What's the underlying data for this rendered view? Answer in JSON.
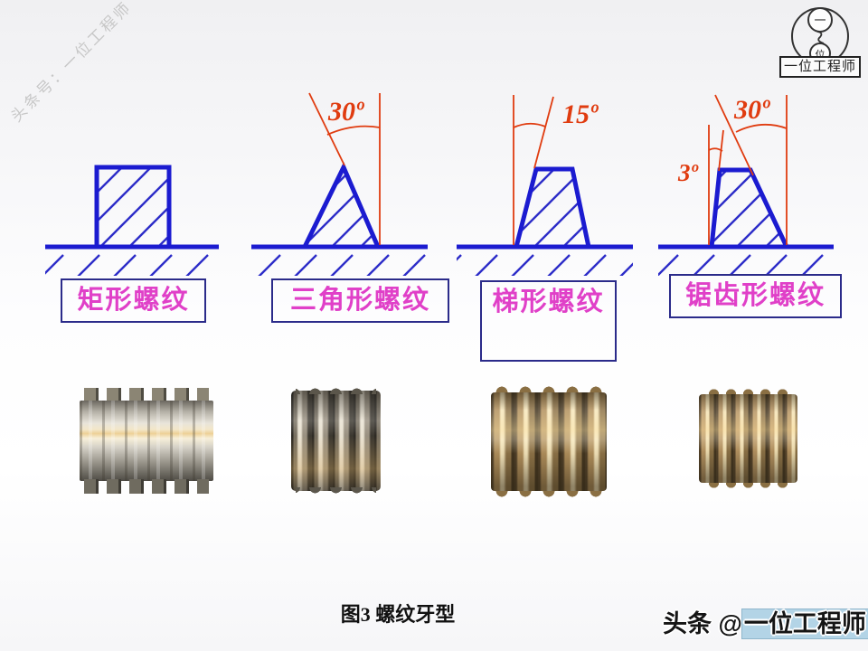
{
  "slide": {
    "watermark_diagonal": "头条号：一位工程师",
    "caption": "图3 螺纹牙型",
    "footer": {
      "prefix": "头条 @",
      "highlight": "一位工程师"
    },
    "logo": {
      "top_char": "一",
      "bottom_char": "位",
      "box_label": "一位工程师"
    }
  },
  "profiles": [
    {
      "name": "rectangular-thread",
      "label": "矩形螺纹"
    },
    {
      "name": "triangular-thread",
      "label": "三角形螺纹",
      "angle": "30º"
    },
    {
      "name": "trapezoidal-thread",
      "label": "梯形螺纹",
      "angle": "15º"
    },
    {
      "name": "buttress-thread",
      "label": "锯齿形螺纹",
      "angle_flank": "3º",
      "angle": "30º"
    }
  ],
  "colors": {
    "outline_blue": "#1b1bd0",
    "hatch_blue": "#2c2cc8",
    "dimension_red": "#e03c10",
    "label_magenta": "#e040c8",
    "label_border_navy": "#2b2b8a",
    "highlight_blue": "#b3d4e6"
  }
}
